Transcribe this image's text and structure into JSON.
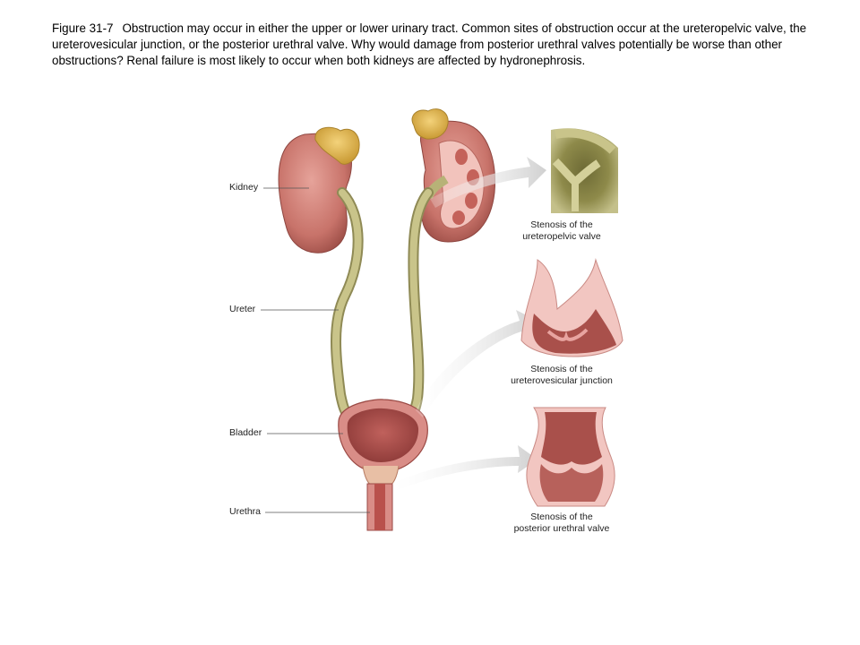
{
  "caption": {
    "figure_number": "Figure 31-7",
    "text": "Obstruction may occur in either the upper or lower urinary tract. Common sites of obstruction occur at the ureteropelvic valve, the ureterovesicular junction, or the posterior urethral valve. Why would damage from posterior urethral valves potentially be worse than other obstructions? Renal failure is most likely to occur when both kidneys are affected by hydronephrosis."
  },
  "labels": {
    "kidney": "Kidney",
    "ureter": "Ureter",
    "bladder": "Bladder",
    "urethra": "Urethra"
  },
  "insets": [
    {
      "line1": "Stenosis of the",
      "line2": "ureteropelvic valve"
    },
    {
      "line1": "Stenosis of the",
      "line2": "ureterovesicular junction"
    },
    {
      "line1": "Stenosis of the",
      "line2": "posterior urethral valve"
    }
  ],
  "colors": {
    "kidney": "#c8736a",
    "adrenal": "#e0b84a",
    "ureter": "#b7b277",
    "bladder_wall": "#d98d87",
    "bladder_inner": "#a94c4a",
    "tissue_pink": "#e8a4a0",
    "arrow": "#d8d8d8"
  }
}
